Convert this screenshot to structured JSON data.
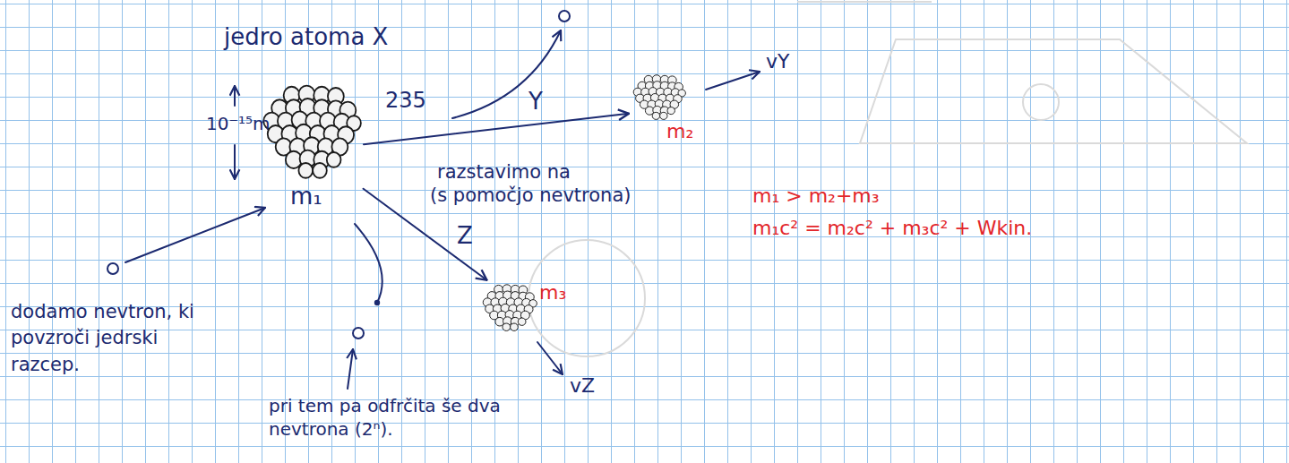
{
  "diagram": {
    "nodes": [
      {
        "text": [
          "m₁"
        ]
      },
      {
        "text": [
          "m₂"
        ]
      },
      {
        "text": [
          "m₃"
        ]
      }
    ],
    "edges": [
      {
        "from": 0,
        "to": 1,
        "arrow": "to",
        "label": "Y"
      },
      {
        "from": 0,
        "to": 2,
        "arrow": "to",
        "label": "Z"
      }
    ],
    "labels": [
      "jedro atoma X",
      "10⁻¹⁵m",
      "235",
      "razstavimo na",
      "(s pomočjo nevtrona)",
      "dodamo nevtron, ki povzroči jedrski razcep.",
      "pri tem pa odfrčita še dva nevtrona (2ⁿ).",
      "vY",
      "vZ",
      "m₁ > m₂+m₃",
      "m₁c² = m₂c² + m₃c² + Wkin."
    ]
  }
}
